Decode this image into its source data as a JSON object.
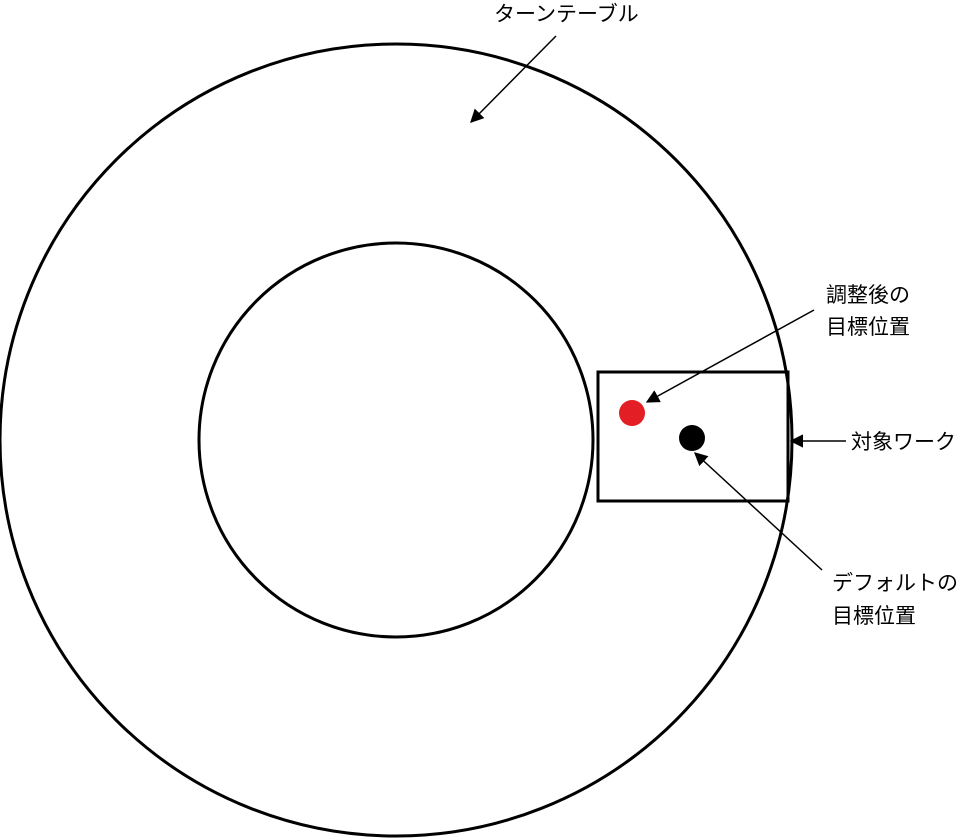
{
  "labels": {
    "turntable": "ターンテーブル",
    "adjusted_target_line1": "調整後の",
    "adjusted_target_line2": "目標位置",
    "target_work": "対象ワーク",
    "default_target_line1": "デフォルトの",
    "default_target_line2": "目標位置"
  },
  "colors": {
    "stroke": "#000000",
    "adjusted_point": "#e31e24",
    "default_point": "#000000",
    "background": "#ffffff"
  }
}
